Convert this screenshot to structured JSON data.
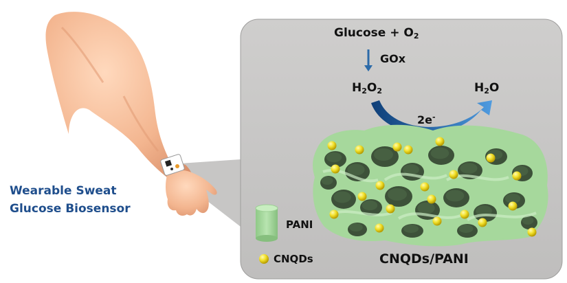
{
  "caption": {
    "line1": "Wearable Sweat",
    "line2": "Glucose Biosensor"
  },
  "reaction": {
    "reactants": "Glucose + O",
    "reactants_subscript": "2",
    "enzyme": "GOx",
    "substrate": "H",
    "substrate_sub1": "2",
    "substrate_mid": "O",
    "substrate_sub2": "2",
    "product": "H",
    "product_sub": "2",
    "product_end": "O",
    "electrons": "2e",
    "electrons_sup": "-"
  },
  "legend": {
    "pani_label": "PANI",
    "cnqd_label": "CNQDs"
  },
  "material_label": "CNQDs/PANI",
  "colors": {
    "caption": "#1f4e8c",
    "panel": "#c7c6c5",
    "pani_green": "#a6d89c",
    "cnqd_yellow": "#f2e02a",
    "arrow_blue": "#2b6aa8",
    "skin": "#f3b58f"
  }
}
